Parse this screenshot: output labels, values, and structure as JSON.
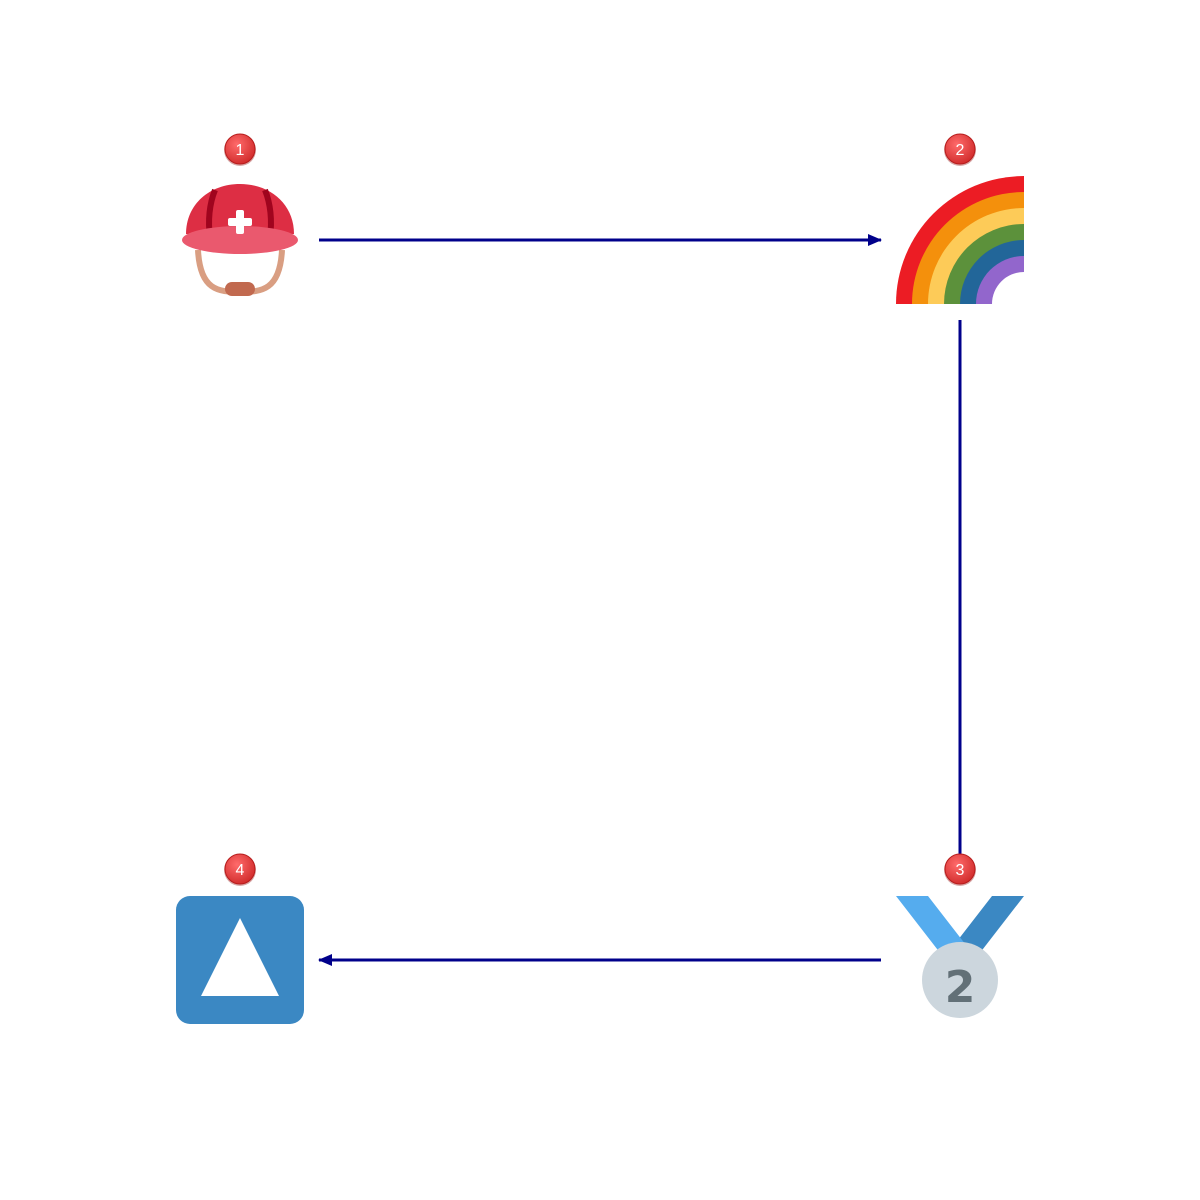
{
  "diagram": {
    "nodes": [
      {
        "id": "node-1",
        "badge": "1",
        "icon": "rescue-worker-helmet-icon"
      },
      {
        "id": "node-2",
        "badge": "2",
        "icon": "rainbow-icon"
      },
      {
        "id": "node-3",
        "badge": "3",
        "icon": "second-place-medal-icon",
        "medal_text": "2"
      },
      {
        "id": "node-4",
        "badge": "4",
        "icon": "up-button-icon"
      }
    ],
    "edges": [
      {
        "from": "1",
        "to": "2"
      },
      {
        "from": "2",
        "to": "3"
      },
      {
        "from": "3",
        "to": "4"
      }
    ],
    "colors": {
      "arrow": "#00008b",
      "badge_fill": "#e53935",
      "badge_text": "#ffffff"
    }
  }
}
